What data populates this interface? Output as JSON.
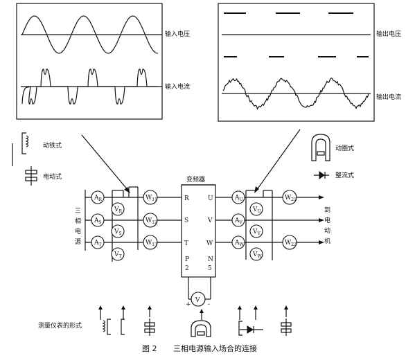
{
  "input_panel": {
    "voltage_label": "输入电压",
    "current_label": "输入电流"
  },
  "output_panel": {
    "voltage_label": "输出电压",
    "current_label": "输出电流"
  },
  "meter_types": {
    "moving_iron": "动铁式",
    "electrodynamic": "电动式",
    "moving_coil": "动圈式",
    "rectifier": "整流式"
  },
  "inverter": {
    "title": "变频器",
    "terminals_in": [
      "R",
      "S",
      "T"
    ],
    "terminals_out": [
      "U",
      "V",
      "W"
    ],
    "bottom_left": [
      "P",
      "2"
    ],
    "bottom_right": [
      "N",
      "5"
    ]
  },
  "source_label": [
    "三",
    "相",
    "电",
    "源"
  ],
  "motor_label": [
    "到",
    "电",
    "动",
    "机"
  ],
  "input_meters": {
    "ammeters": [
      "R",
      "S",
      "T"
    ],
    "voltmeters": [
      "R",
      "S",
      "T"
    ],
    "wattmeters": [
      "11",
      "12",
      "13"
    ]
  },
  "output_meters": {
    "ammeters": [
      "U",
      "V",
      "W"
    ],
    "voltmeters": [
      "U",
      "V",
      "W"
    ],
    "wattmeters": [
      "21",
      "22"
    ]
  },
  "dc_meter": {
    "symbol": "V",
    "plus": "+",
    "minus": "-"
  },
  "meter_form_label": "测量仪表的形式",
  "caption": {
    "figure": "图 2",
    "text": "三相电源输入场合的连接"
  }
}
